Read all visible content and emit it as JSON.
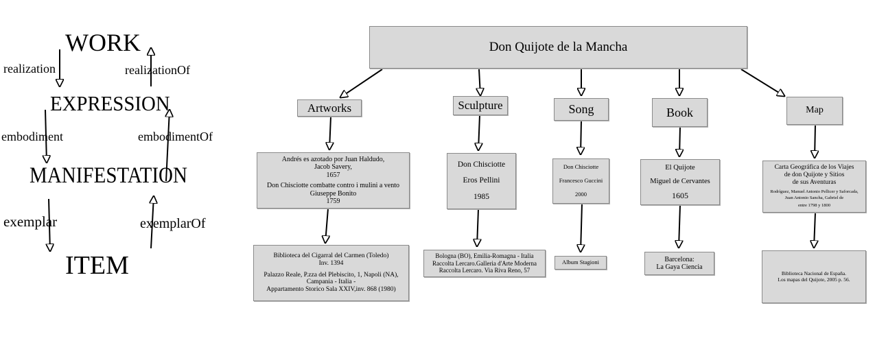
{
  "frbr": {
    "work": "WORK",
    "expression": "EXPRESSION",
    "manifestation": "MANIFESTATION",
    "item": "ITEM",
    "realization": "realization",
    "realizationOf": "realizationOf",
    "embodiment": "embodiment",
    "embodimentOf": "embodimentOf",
    "exemplar": "exemplar",
    "exemplarOf": "exemplarOf"
  },
  "root": "Don Quijote de la Mancha",
  "columns": [
    {
      "category": "Artworks",
      "manifestation": [
        "Andrés es azotado por Juan Haldudo,",
        "Jacob Savery,",
        "1657",
        "Don Chisciotte combatte contro i mulini a vento",
        "Giuseppe Bonito",
        "1759"
      ],
      "item": [
        "Biblioteca del Cigarral del Carmen (Toledo)",
        "Inv. 1394",
        "Palazzo Reale, P.zza del Plebiscito, 1, Napoli (NA),",
        "Campania - Italia -",
        "Appartamento Storico Sala XXIV,inv. 868 (1980)"
      ]
    },
    {
      "category": "Sculpture",
      "manifestation": [
        "Don Chisciotte",
        "Eros Pellini",
        "1985"
      ],
      "item": [
        "Bologna (BO), Emilia-Romagna - Italia",
        "Raccolta Lercaro.Galleria d'Arte Moderna",
        "Raccolta Lercaro. Via Riva Reno, 57"
      ]
    },
    {
      "category": "Song",
      "manifestation": [
        "Don Chisciotte",
        "Francesco Guccini",
        "2000"
      ],
      "item": [
        "Album Stagioni"
      ]
    },
    {
      "category": "Book",
      "manifestation": [
        "El Quijote",
        "Miguel de Cervantes",
        "1605"
      ],
      "item": [
        "Barcelona:",
        "La Gaya Ciencia"
      ]
    },
    {
      "category": "Map",
      "manifestation": [
        "Carta Geográfica de los Viajes",
        "de don Quijote y Sitios",
        "de sus Aventuras",
        "Rodríguez, Manuel Antonio Pellicer y Saforcada,",
        "Juan Antonio Sancha, Gabriel de",
        "entre 1798 y 1800"
      ],
      "item": [
        "Biblioteca Nacional de España.",
        "Los mapas del Quijote, 2005 p. 56."
      ]
    }
  ]
}
